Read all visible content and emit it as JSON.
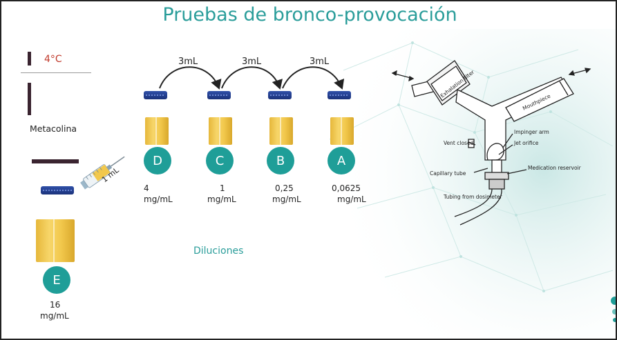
{
  "slide": {
    "title": "Pruebas de bronco-provocación",
    "temperature": "4°C",
    "substance": "Metacolina",
    "syringe_volume": "1 mL",
    "dilutions_label": "Diluciones",
    "transfer_volumes": [
      "3mL",
      "3mL",
      "3mL"
    ],
    "stock": {
      "letter": "E",
      "value": "16",
      "unit": "mg/mL"
    },
    "vials": [
      {
        "letter": "D",
        "value": "4",
        "unit": "mg/mL"
      },
      {
        "letter": "C",
        "value": "1",
        "unit": "mg/mL"
      },
      {
        "letter": "B",
        "value": "0,25",
        "unit": "mg/mL"
      },
      {
        "letter": "A",
        "value": "0,0625",
        "unit": "mg/mL"
      }
    ]
  },
  "diagram": {
    "labels": {
      "filter": "Exhalation filter",
      "mouthpiece": "Mouthpiece",
      "vent": "Vent closed",
      "impinger": "Impinger arm",
      "jet": "Jet orifice",
      "capillary": "Capillary tube",
      "reservoir": "Medication reservoir",
      "tubing": "Tubing from dosimeter"
    }
  },
  "colors": {
    "title": "#2a9d9a",
    "circle": "#1f9e98",
    "vial": "#f2c84c",
    "cap": "#2f4fa8",
    "temperature": "#c0392b"
  }
}
